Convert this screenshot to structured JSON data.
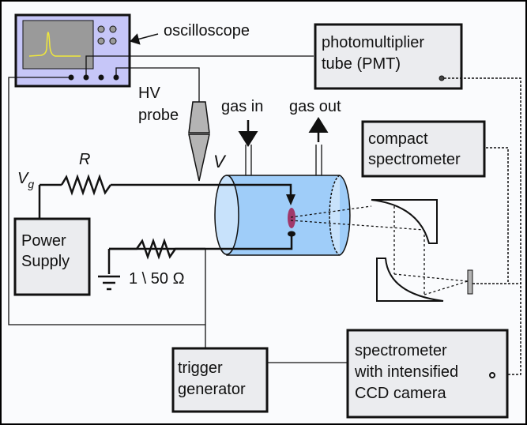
{
  "title": "Experimental setup: plasma jet diagnostics",
  "colors": {
    "background": "#fafbfd",
    "box_fill": "#ebecef",
    "oscilloscope_fill": "#c6c6f8",
    "screen_fill": "#9a9a9a",
    "trace": "#f0e83a",
    "tube_fill": "#9fcdf9",
    "tube_end_fill": "#c8e2fb",
    "plasma": "#a0386a",
    "probe_fill": "#b4b4b4"
  },
  "labels": {
    "oscilloscope": "oscilloscope",
    "hv_probe_line1": "HV",
    "hv_probe_line2": "probe",
    "gas_in": "gas in",
    "gas_out": "gas out",
    "resistor_R": "R",
    "voltage_V": "V",
    "vg_main": "V",
    "vg_sub": "g",
    "shunt": "1 \\ 50 Ω"
  },
  "boxes": {
    "pmt": [
      "photomultiplier",
      "tube (PMT)"
    ],
    "compact_spectrometer": [
      "compact",
      "spectrometer"
    ],
    "power_supply": [
      "Power",
      "Supply"
    ],
    "trigger_generator": [
      "trigger",
      "generator"
    ],
    "iccd_spectrometer": [
      "spectrometer",
      "with intensified",
      "CCD camera"
    ]
  },
  "icons": {
    "oscilloscope": "oscilloscope-icon",
    "hv_probe": "hv-probe-icon",
    "resistor": "resistor-icon",
    "ground": "ground-icon",
    "discharge_tube": "cylinder-tube-icon",
    "mirror": "parabolic-mirror-icon",
    "fiber": "optical-fiber-icon"
  }
}
